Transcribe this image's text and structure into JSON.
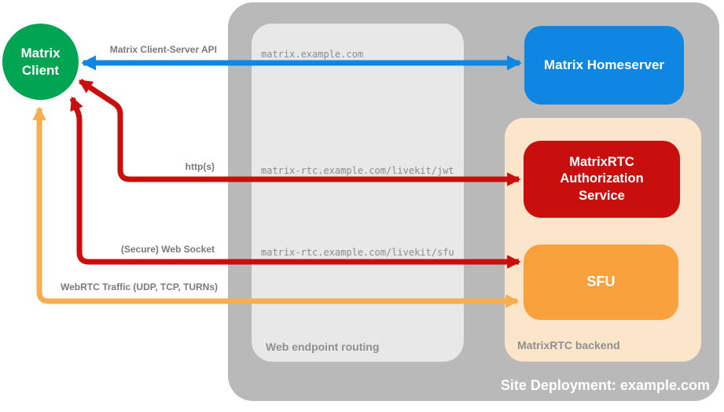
{
  "client": {
    "label": "Matrix Client"
  },
  "nodes": {
    "homeserver": "Matrix Homeserver",
    "auth_service": "MatrixRTC Authorization Service",
    "sfu": "SFU"
  },
  "arrows": [
    {
      "id": "client-server-api",
      "label": "Matrix Client-Server API",
      "color": "#0f87e2"
    },
    {
      "id": "https",
      "label": "http(s)",
      "color": "#c90f0e"
    },
    {
      "id": "websocket",
      "label": "(Secure) Web Socket",
      "color": "#c90f0e"
    },
    {
      "id": "webrtc",
      "label": "WebRTC Traffic (UDP, TCP, TURNs)",
      "color": "#f7ae52"
    }
  ],
  "endpoints": {
    "homeserver_url": "matrix.example.com",
    "jwt_url": "matrix-rtc.example.com/livekit/jwt",
    "sfu_url": "matrix-rtc.example.com/livekit/sfu"
  },
  "captions": {
    "routing": "Web endpoint routing",
    "backend": "MatrixRTC backend",
    "site": "Site Deployment: example.com"
  },
  "colors": {
    "panel-gray": "#b9b9b9",
    "inner-gray": "#e8e8e8",
    "backend-peach": "#fbe5cb",
    "green": "#00a452",
    "blue": "#0f87e2",
    "red": "#c90f0e",
    "orange": "#f9a13d",
    "arrow-orange": "#f7ae52",
    "label-gray": "#7a7a7a",
    "url-gray": "#8c8c8c",
    "caption-gray": "#8f8f8f"
  }
}
